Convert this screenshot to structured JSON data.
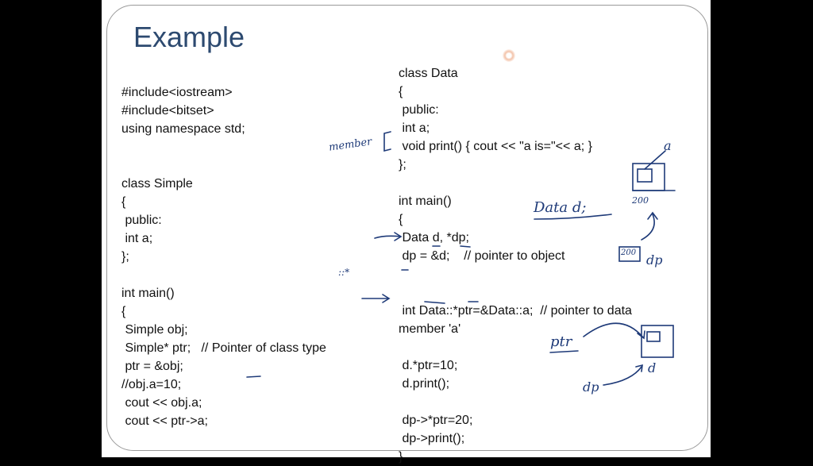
{
  "slide": {
    "title": "Example",
    "left_code": [
      "#include<iostream>",
      "#include<bitset>",
      "using namespace std;",
      "",
      "",
      "class Simple",
      "{",
      " public:",
      " int a;",
      "};",
      "",
      "int main()",
      "{",
      " Simple obj;",
      " Simple* ptr;   // Pointer of class type",
      " ptr = &obj;",
      "//obj.a=10;",
      " cout << obj.a;",
      " cout << ptr->a;"
    ],
    "right_code": [
      "class Data",
      "{",
      " public:",
      " int a;",
      " void print() { cout << \"a is=\"<< a; }",
      "};",
      "",
      "int main()",
      "{",
      " Data d, *dp;",
      " dp = &d;    // pointer to object",
      "",
      "",
      " int Data::*ptr=&Data::a;  // pointer to data",
      "member 'a'",
      "",
      " d.*ptr=10;",
      " d.print();",
      "",
      " dp->*ptr=20;",
      " dp->print();",
      "}"
    ],
    "handwriting": {
      "member": "member",
      "data_d": "Data d;",
      "a": "a",
      "addr": "200",
      "dp_box": "200",
      "dp": "dp",
      "scope": "::*",
      "ptr": "ptr",
      "d": "d",
      "dp2": "dp"
    }
  }
}
